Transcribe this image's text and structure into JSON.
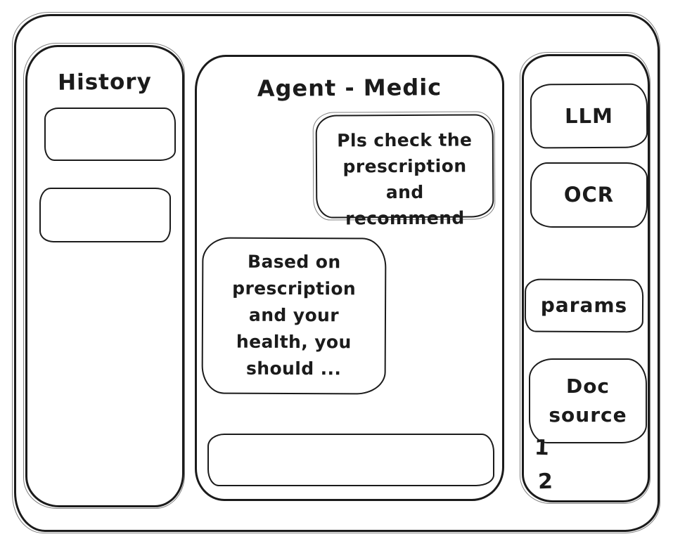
{
  "theme": {
    "stroke_color": "#1b1b1b",
    "background_color": "#ffffff"
  },
  "history": {
    "title": "History"
  },
  "chat": {
    "title": "Agent - Medic",
    "messages": [
      {
        "role": "user",
        "text": "Pls check the prescription and recommend"
      },
      {
        "role": "assistant",
        "text": "Based on prescription and your health, you should ..."
      }
    ],
    "input": {
      "value": "",
      "placeholder": ""
    }
  },
  "tools": {
    "buttons": [
      {
        "label": "LLM"
      },
      {
        "label": "OCR"
      },
      {
        "label": "params"
      },
      {
        "label": "Doc source"
      }
    ],
    "doc_sources": [
      {
        "label": "1"
      },
      {
        "label": "2"
      }
    ]
  }
}
